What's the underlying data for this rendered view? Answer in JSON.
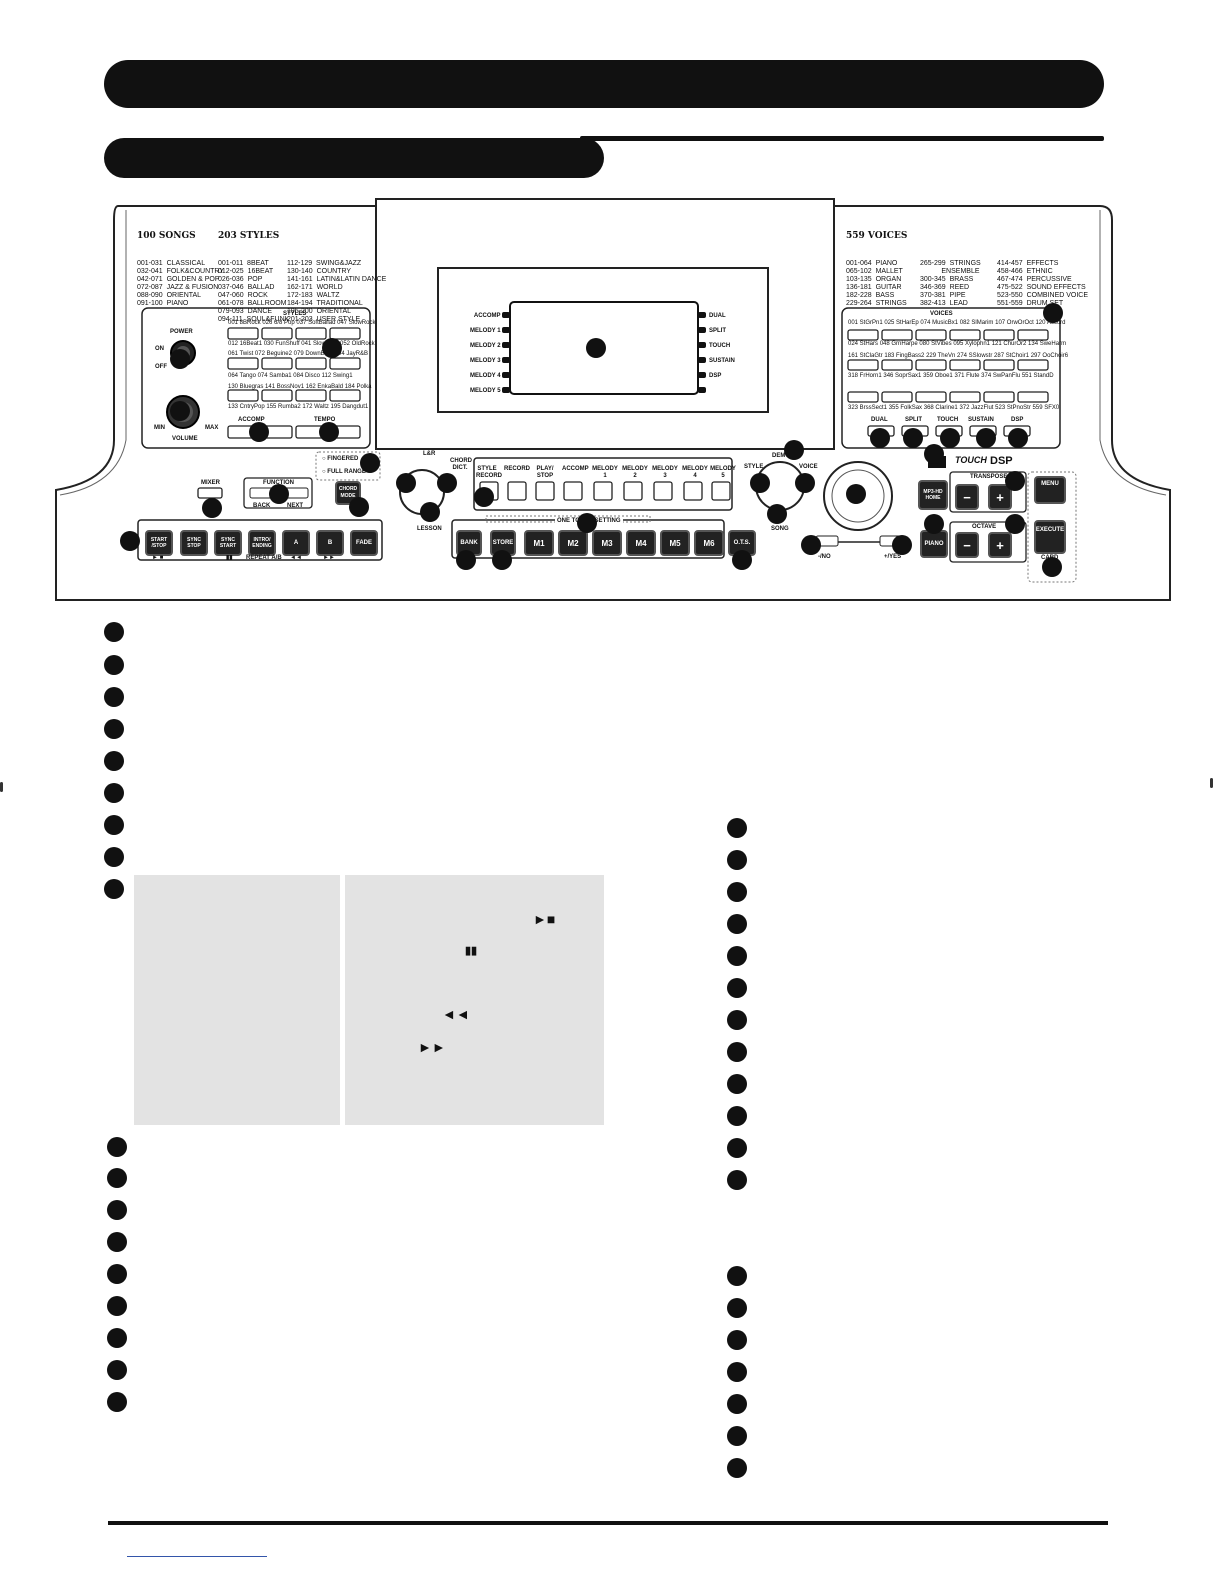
{
  "songs": {
    "heading": "100 SONGS",
    "list": [
      "001-031  CLASSICAL",
      "032-041  FOLK&COUNTRY",
      "042-071  GOLDEN & POP",
      "072-087  JAZZ & FUSION",
      "088-090  ORIENTAL",
      "091-100  PIANO"
    ]
  },
  "styles_list": {
    "heading": "203 STYLES",
    "col1": [
      "001-011  8BEAT",
      "012-025  16BEAT",
      "026-036  POP",
      "037-046  BALLAD",
      "047-060  ROCK",
      "061-078  BALLROOM",
      "079-093  DANCE",
      "094-111  SOUL&FUNK"
    ],
    "col2": [
      "112-129  SWING&JAZZ",
      "130-140  COUNTRY",
      "141-161  LATIN&LATIN DANCE",
      "162-171  WORLD",
      "172-183  WALTZ",
      "184-194  TRADITIONAL",
      "195-200  ORIENTAL",
      "201-203  USER STYLE"
    ]
  },
  "voices_list": {
    "heading": "559 VOICES",
    "col1": [
      "001-064  PIANO",
      "065-102  MALLET",
      "103-135  ORGAN",
      "136-181  GUITAR",
      "182-228  BASS",
      "229-264  STRINGS"
    ],
    "col2": [
      "265-299  STRINGS",
      "           ENSEMBLE",
      "300-345  BRASS",
      "346-369  REED",
      "370-381  PIPE",
      "382-413  LEAD"
    ],
    "col3": [
      "414-457  EFFECTS",
      "458-466  ETHNIC",
      "467-474  PERCUSSIVE",
      "475-522  SOUND EFFECTS",
      "523-550  COMBINED VOICE",
      "551-559  DRUM SET"
    ]
  },
  "panel": {
    "power": "POWER",
    "on": "ON",
    "off": "OFF",
    "volume": "VOLUME",
    "min": "MIN",
    "max": "MAX",
    "styles_title": "STYLES",
    "style_rows": [
      [
        "001 8BRock",
        "026 6/8 Pop",
        "037 SoftBallad",
        "047 SlowRock"
      ],
      [
        "012 16Beat1",
        "030 FunShuff",
        "041 SlowBeat",
        "052 OldRock"
      ],
      [
        "061 Twist",
        "072 Beguine2",
        "079 DownBeat",
        "094 JayR&B"
      ],
      [
        "064 Tango",
        "074 Samba1",
        "084 Disco",
        "112 Swing1"
      ],
      [
        "130 Bluegras",
        "141 BossNov1",
        "162 EnkaBald",
        "184 Polka"
      ],
      [
        "133 CntryPop",
        "155 Rumba2",
        "172 Waltz",
        "195 Dangdut1"
      ]
    ],
    "accomp": "ACCOMP",
    "tempo": "TEMPO",
    "voices_title": "VOICES",
    "voice_rows": [
      [
        "001 StGrPn1",
        "025 StHarEp",
        "074 MusicBx1",
        "082 SlMarim",
        "107 OrwOrOct",
        "120 Accord"
      ],
      [
        "024 StHars",
        "048 GrnHarpe",
        "080 StVibes",
        "095 Xylophn1",
        "121 ChurOr2",
        "134 SweHarm"
      ],
      [
        "161 StClaGtr",
        "183 FingBass2",
        "229 TheVn",
        "274 SSlowstr",
        "287 StChoir1",
        "297 OoChoir6"
      ],
      [
        "318 FrHorn1",
        "346 SoprSax1",
        "359 Oboe1",
        "371 Flute",
        "374 SwPanFlu",
        "551 StandD"
      ],
      [
        "323 BrssSect1",
        "355 FolkSax",
        "368 Clarine1",
        "372 JazzFlut",
        "523 StPnoStr",
        "559 SFX0"
      ]
    ],
    "voice_buttons": [
      "DUAL",
      "SPLIT",
      "TOUCH",
      "SUSTAIN",
      "DSP"
    ],
    "lcd_left": [
      "ACCOMP",
      "MELODY 1",
      "MELODY 2",
      "MELODY 3",
      "MELODY 4",
      "MELODY 5"
    ],
    "lcd_right": [
      "DUAL",
      "SPLIT",
      "TOUCH",
      "SUSTAIN",
      "DSP"
    ],
    "mixer": "MIXER",
    "function": "FUNCTION",
    "back": "BACK",
    "next": "NEXT",
    "chord_mode": "CHORD MODE",
    "fingered": "FINGERED",
    "full_range": "FULL RANGE",
    "lr": "L&R",
    "chord_dict": "CHORD DICT.",
    "lesson": "LESSON",
    "record_labels": [
      "STYLE RECORD",
      "RECORD",
      "PLAY/ STOP",
      "ACCOMP",
      "MELODY 1",
      "MELODY 2",
      "MELODY 3",
      "MELODY 4",
      "MELODY 5"
    ],
    "demo": "DEMO",
    "style": "STYLE",
    "voice": "VOICE",
    "song": "SONG",
    "no": "-/NO",
    "yes": "+/YES",
    "midi_home": "MP3-HD HOME",
    "touch_logo": "TOUCH",
    "dsp_logo": "DSP",
    "transpose": "TRANSPOSE",
    "octave": "OCTAVE",
    "piano": "PIANO",
    "minus": "−",
    "plus": "+",
    "menu": "MENU",
    "execute": "EXECUTE",
    "card": "CARD",
    "play_buttons": [
      "START /STOP",
      "SYNC STOP",
      "SYNC START",
      "INTRO/ ENDING",
      "A",
      "B",
      "FADE"
    ],
    "repeat_ab": "REPEAT A/B",
    "play_glyph": "► ■",
    "pause_glyph": "▮▮",
    "rew_glyph": "◄◄",
    "ff_glyph": "►►",
    "bank": "BANK",
    "store": "STORE",
    "one_touch": "ONE TOUCH SETTING",
    "memory_buttons": [
      "M1",
      "M2",
      "M3",
      "M4",
      "M5",
      "M6"
    ],
    "ots": "O.T.S."
  },
  "legend_glyphs": {
    "play_stop": "►■",
    "pause": "▮▮",
    "rewind": "◄◄",
    "forward": "►►"
  }
}
